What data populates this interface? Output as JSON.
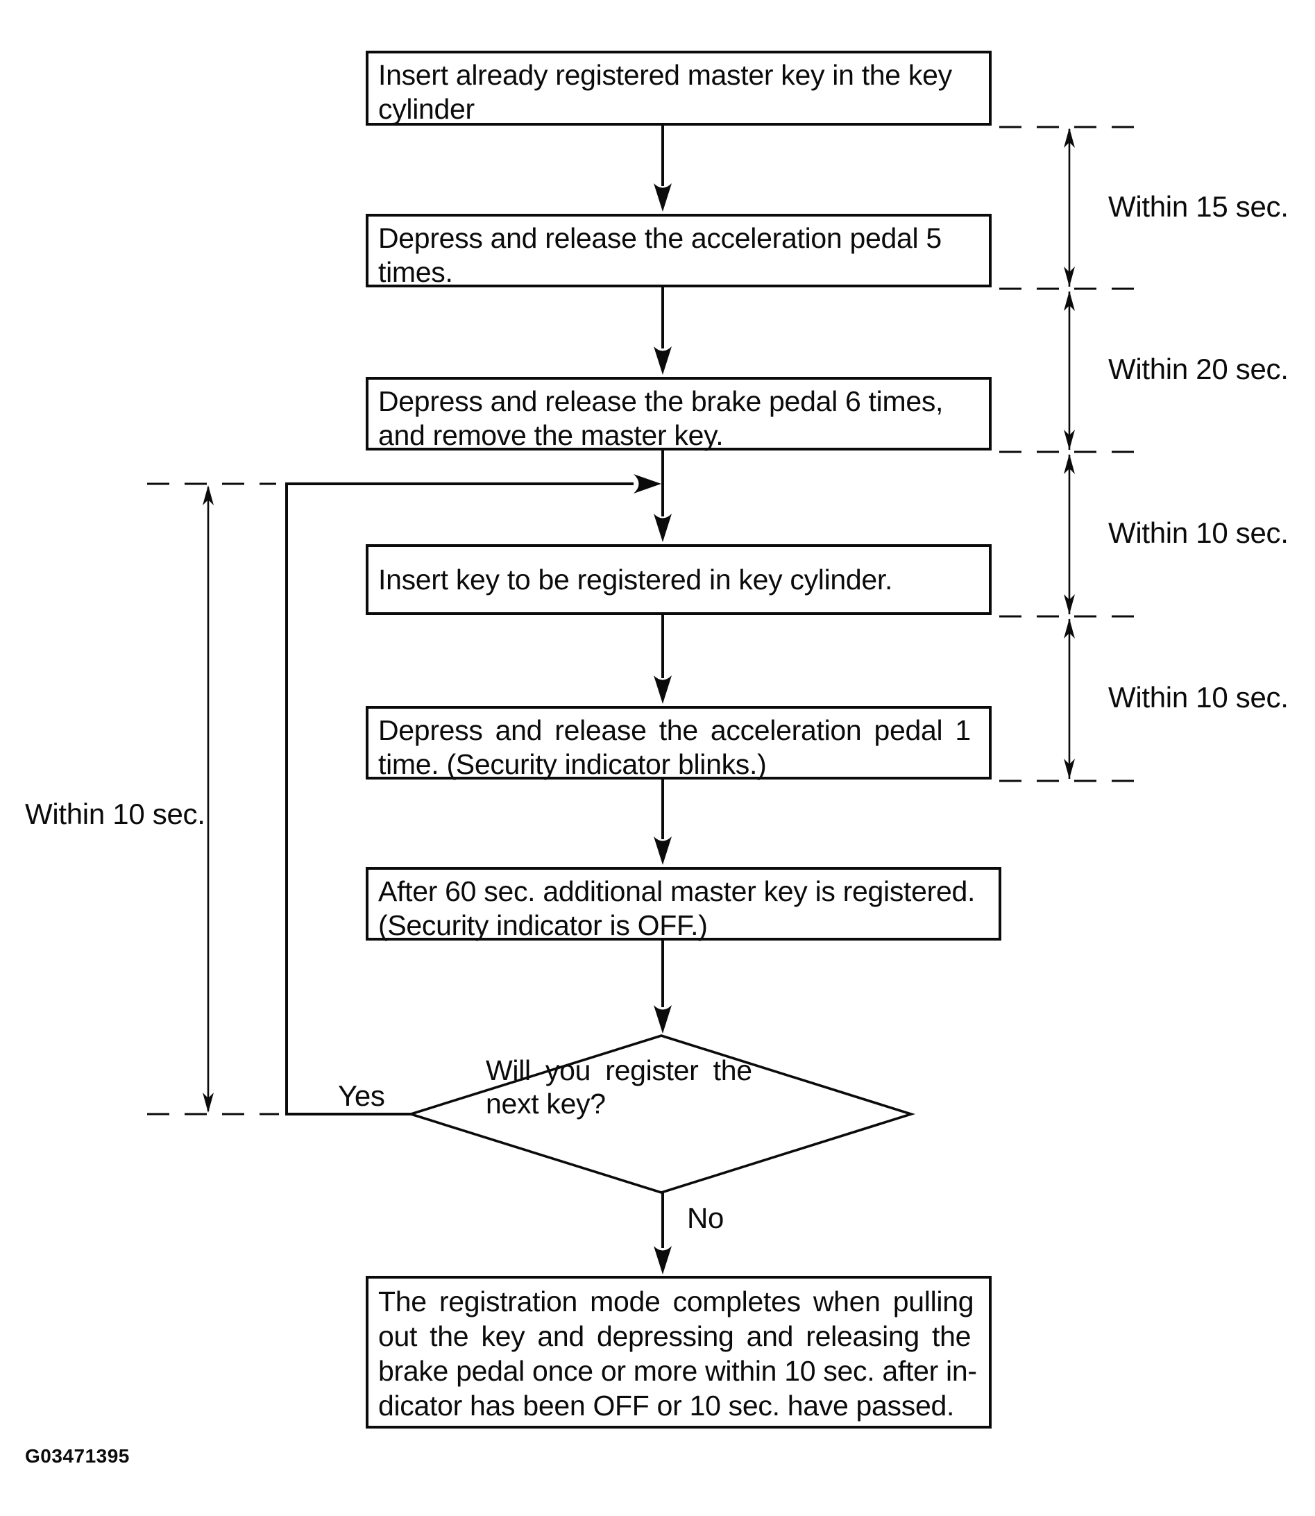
{
  "figure_code": "G03471395",
  "flow": {
    "steps": [
      {
        "lines": [
          "Insert already registered master key in the key",
          "cylinder"
        ]
      },
      {
        "lines": [
          "Depress and release the acceleration pedal 5",
          "times."
        ]
      },
      {
        "lines": [
          "Depress and release the brake pedal 6 times,",
          "and remove the master key."
        ]
      },
      {
        "lines": [
          "Insert key to be registered in key cylinder."
        ]
      },
      {
        "lines": [
          "Depress and release the acceleration pedal 1",
          "time. (Security indicator blinks.)"
        ]
      },
      {
        "lines": [
          "After 60 sec. additional master key is registered.",
          "(Security indicator is OFF.)"
        ]
      }
    ],
    "decision": {
      "lines": [
        "Will you register the",
        "next key?"
      ]
    },
    "end_step": {
      "lines": [
        "The registration mode completes when pulling",
        "out the key and depressing and releasing the",
        "brake pedal once or more within 10 sec. after in-",
        "dicator has been OFF or 10 sec. have passed."
      ]
    },
    "branch_labels": {
      "yes": "Yes",
      "no": "No"
    }
  },
  "timing_annotations": {
    "right": [
      "Within 15 sec.",
      "Within 20 sec.",
      "Within 10 sec.",
      "Within 10 sec."
    ],
    "left": "Within 10 sec."
  },
  "colors": {
    "ink": "#0b0b0b",
    "background": "#ffffff"
  }
}
